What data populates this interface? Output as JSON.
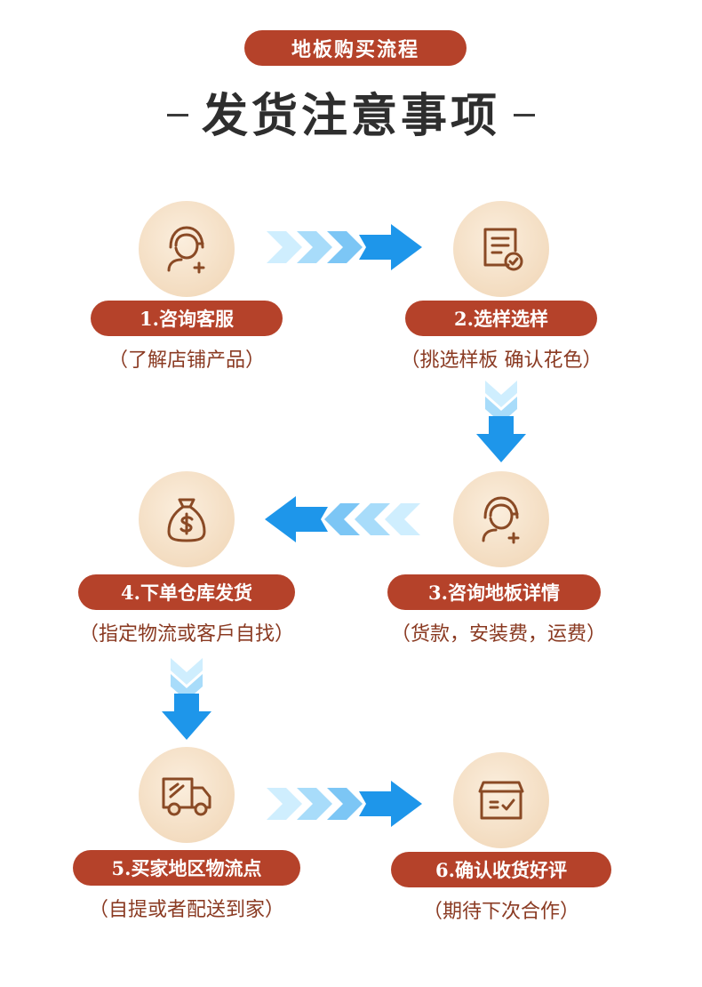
{
  "header": {
    "pill": "地板购买流程",
    "title": "发货注意事项"
  },
  "colors": {
    "accent": "#b5422a",
    "circle_bg": "#f3dcc0",
    "icon": "#8a4a25",
    "arrow_light": "#bfe6fb",
    "arrow_dark": "#1e96ea",
    "title_text": "#2e2e2e"
  },
  "steps": [
    {
      "label": "1.咨询客服",
      "sub": "（了解店铺产品）",
      "icon": "customer-service-icon"
    },
    {
      "label": "2.选样选样",
      "sub": "（挑选样板 确认花色）",
      "icon": "document-check-icon"
    },
    {
      "label": "3.咨询地板详情",
      "sub": "（货款，安装费，运费）",
      "icon": "customer-service-icon"
    },
    {
      "label": "4.下单仓库发货",
      "sub": "（指定物流或客戶自找）",
      "icon": "money-bag-icon"
    },
    {
      "label": "5.买家地区物流点",
      "sub": "（自提或者配送到家）",
      "icon": "delivery-truck-icon"
    },
    {
      "label": "6.确认收货好评",
      "sub": "（期待下次合作）",
      "icon": "received-box-icon"
    }
  ]
}
